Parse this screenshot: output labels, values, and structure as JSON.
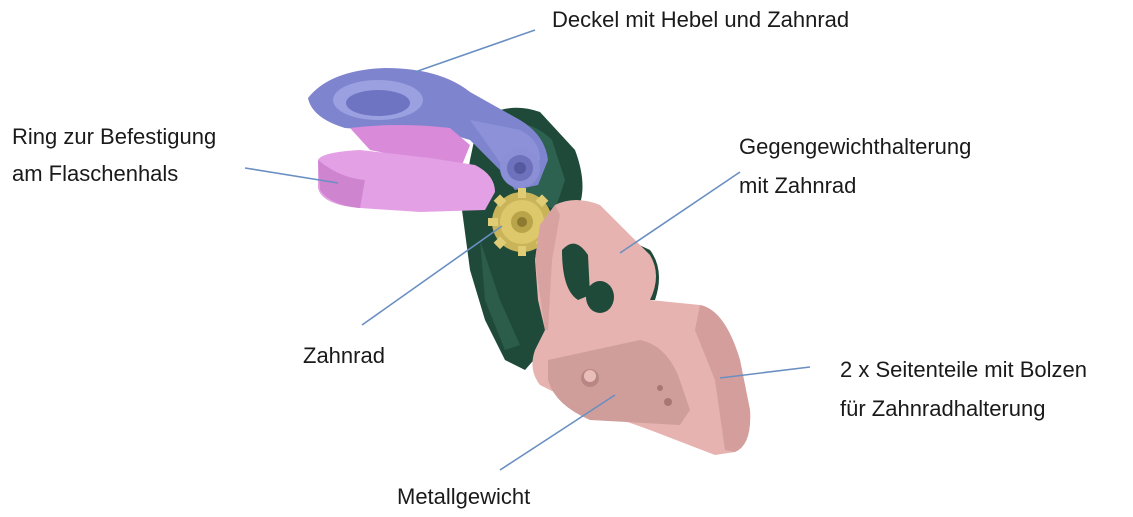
{
  "labels": {
    "deckel": "Deckel mit Hebel und Zahnrad",
    "ring_line1": "Ring zur Befestigung",
    "ring_line2": "am Flaschenhals",
    "gegengewicht_line1": "Gegengewichthalterung",
    "gegengewicht_line2": "mit Zahnrad",
    "zahnrad": "Zahnrad",
    "seitenteile_line1": "2 x Seitenteile mit Bolzen",
    "seitenteile_line2": "für Zahnradhalterung",
    "metallgewicht": "Metallgewicht"
  },
  "colors": {
    "deckel": "#8a8fd6",
    "ring": "#e08fe0",
    "zahnrad": "#d9c46a",
    "halterung": "#1f4a3a",
    "seitenteile": "#e6b3b0",
    "leader_line": "#6a8fc2"
  }
}
